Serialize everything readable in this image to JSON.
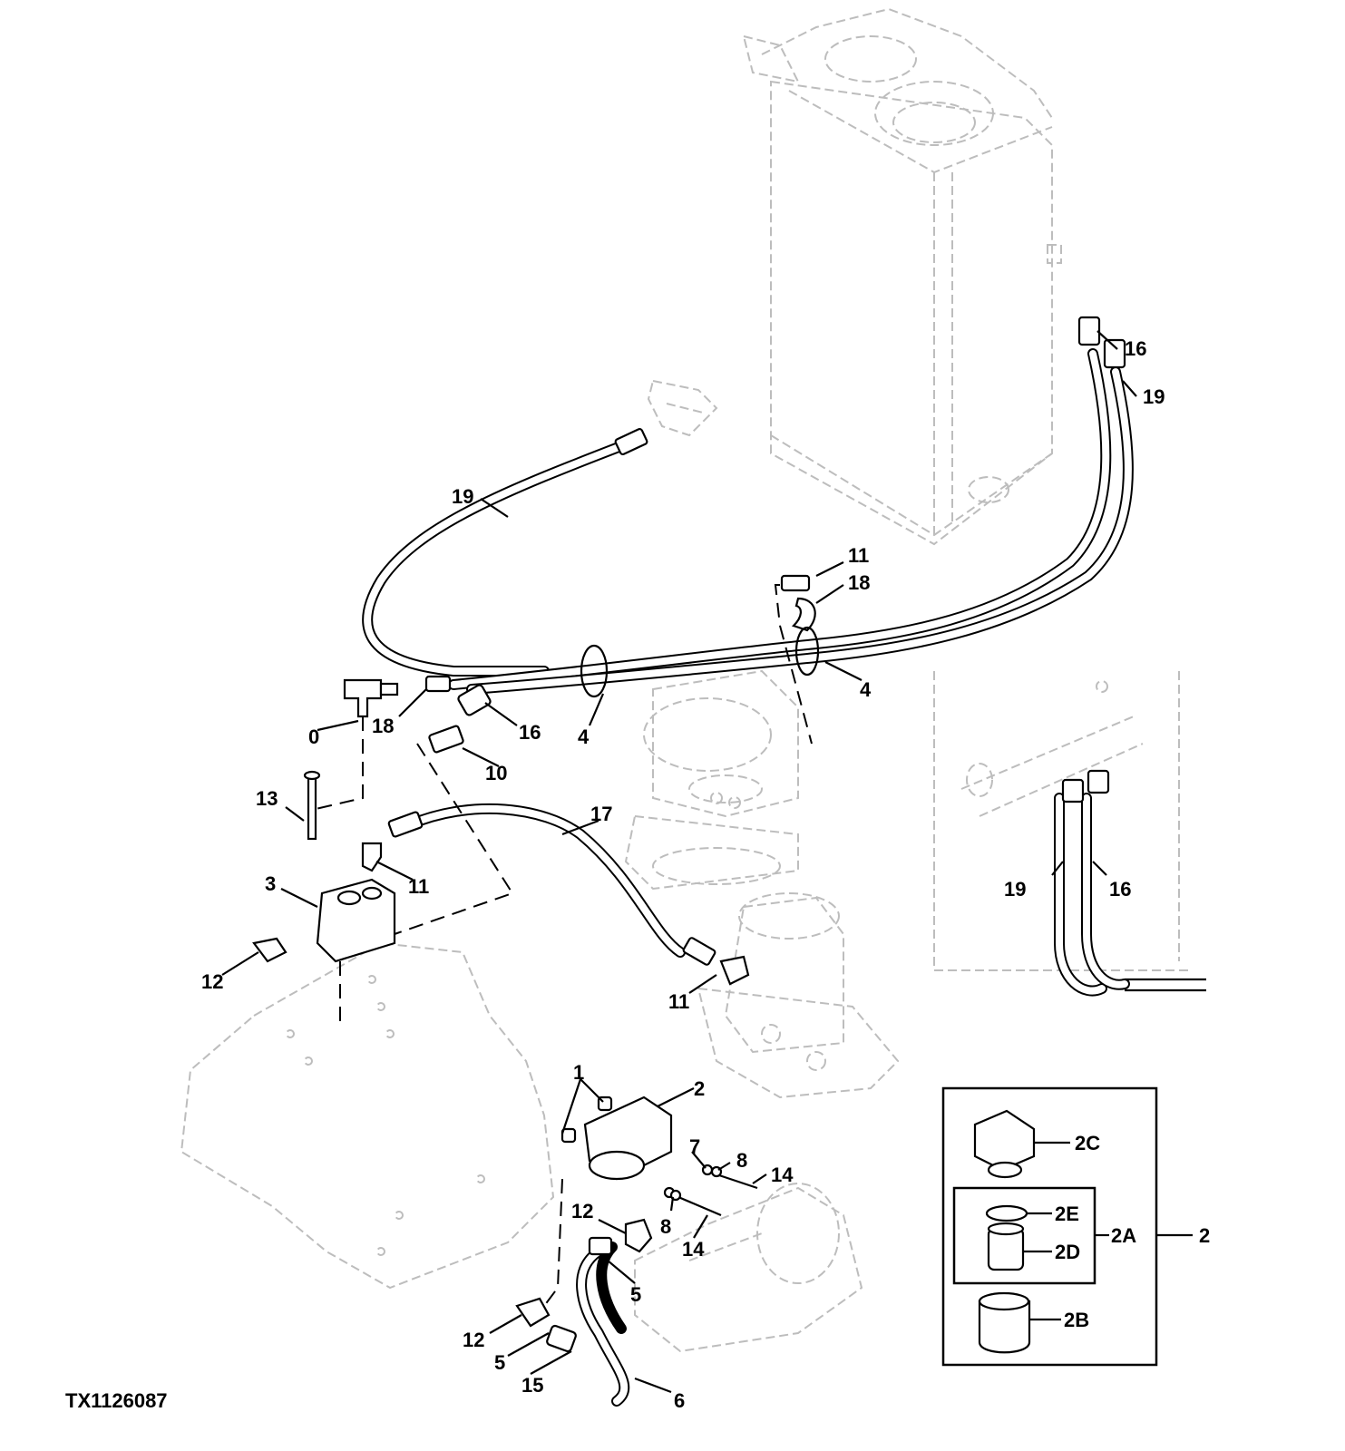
{
  "figure_id": "TX1126087",
  "callouts": {
    "c1": "1",
    "c2": "2",
    "c2b": "2",
    "c3": "3",
    "c4a": "4",
    "c4b": "4",
    "c5a": "5",
    "c5b": "5",
    "c6": "6",
    "c7": "7",
    "c8a": "8",
    "c8b": "8",
    "c0": "0",
    "c10": "10",
    "c11a": "11",
    "c11b": "11",
    "c11c": "11",
    "c12a": "12",
    "c12b": "12",
    "c12c": "12",
    "c13": "13",
    "c14a": "14",
    "c14b": "14",
    "c15": "15",
    "c16a": "16",
    "c16b": "16",
    "c16c": "16",
    "c17": "17",
    "c18a": "18",
    "c18b": "18",
    "c19a": "19",
    "c19b": "19",
    "c19c": "19"
  },
  "detail_box": {
    "labels": {
      "c2A": "2A",
      "c2B": "2B",
      "c2C": "2C",
      "c2D": "2D",
      "c2E": "2E"
    }
  }
}
